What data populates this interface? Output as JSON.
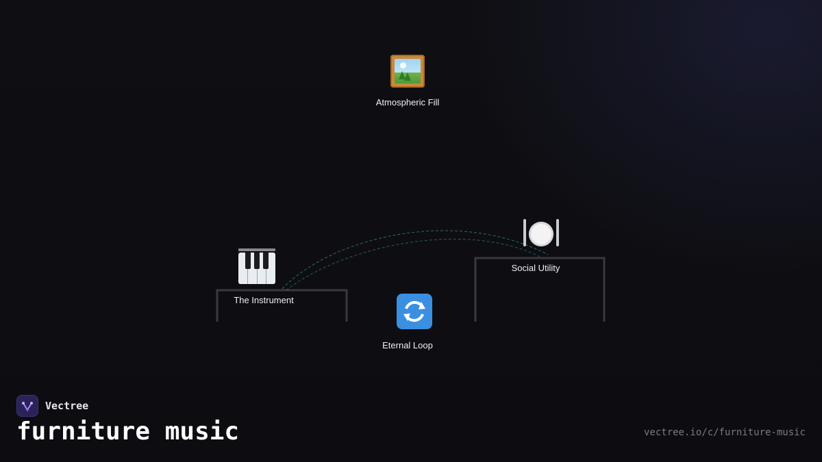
{
  "brand": {
    "name": "Vectree",
    "accent": "#8b5cf6"
  },
  "page": {
    "title": "furniture music",
    "url": "vectree.io/c/furniture-music"
  },
  "nodes": [
    {
      "id": "atmospheric",
      "label": "Atmospheric Fill",
      "icon": "framed-picture-icon"
    },
    {
      "id": "instrument",
      "label": "The Instrument",
      "icon": "piano-keys-icon"
    },
    {
      "id": "social",
      "label": "Social Utility",
      "icon": "plate-with-cutlery-icon"
    },
    {
      "id": "loop",
      "label": "Eternal Loop",
      "icon": "counterclockwise-arrows-icon"
    }
  ],
  "colors": {
    "bracket": "#3a3a3e",
    "edge": "#2f7a6f"
  }
}
